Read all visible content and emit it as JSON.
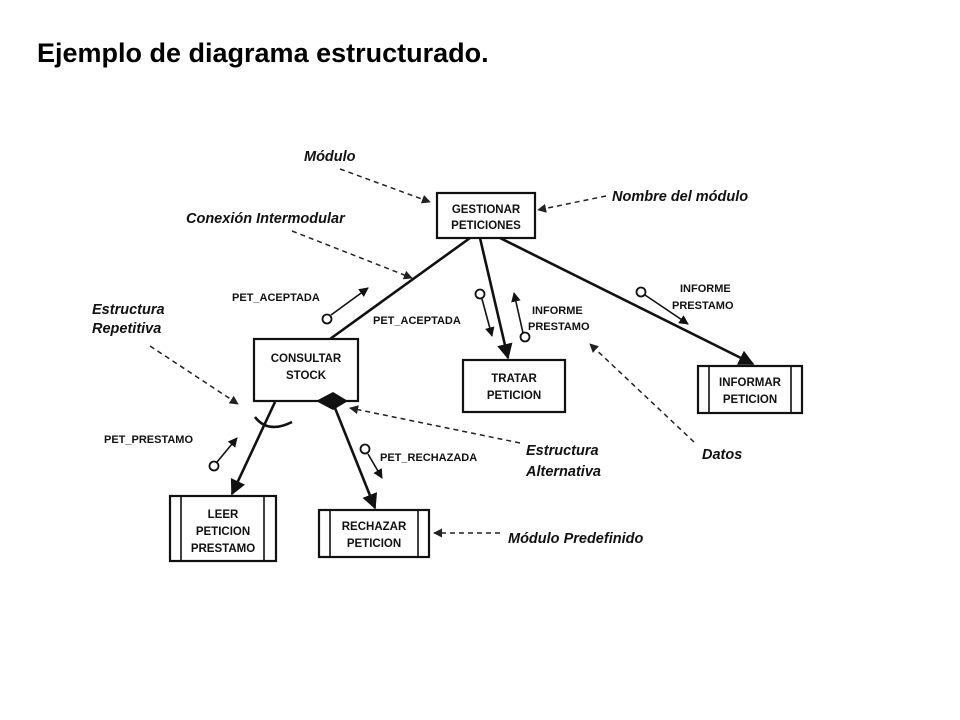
{
  "slide": {
    "title": "Ejemplo de diagrama estructurado."
  },
  "modules": {
    "gestionar": [
      "GESTIONAR",
      "PETICIONES"
    ],
    "consultar": [
      "CONSULTAR",
      "STOCK"
    ],
    "tratar": [
      "TRATAR",
      "PETICION"
    ],
    "informar": [
      "INFORMAR",
      "PETICION"
    ],
    "leer": [
      "LEER",
      "PETICION",
      "PRESTAMO"
    ],
    "rechazar": [
      "RECHAZAR",
      "PETICION"
    ]
  },
  "flows": {
    "pet_aceptada_1": "PET_ACEPTADA",
    "pet_aceptada_2": "PET_ACEPTADA",
    "informe_prestamo_1": [
      "INFORME",
      "PRESTAMO"
    ],
    "informe_prestamo_2": [
      "INFORME",
      "PRESTAMO"
    ],
    "pet_prestamo": "PET_PRESTAMO",
    "pet_rechazada": "PET_RECHAZADA"
  },
  "annotations": {
    "modulo": "Módulo",
    "nombre_modulo": "Nombre del módulo",
    "conexion_intermodular": "Conexión Intermodular",
    "estructura_repetitiva": [
      "Estructura",
      "Repetitiva"
    ],
    "estructura_alternativa": [
      "Estructura",
      "Alternativa"
    ],
    "datos": "Datos",
    "modulo_predefinido": "Módulo Predefinido"
  }
}
